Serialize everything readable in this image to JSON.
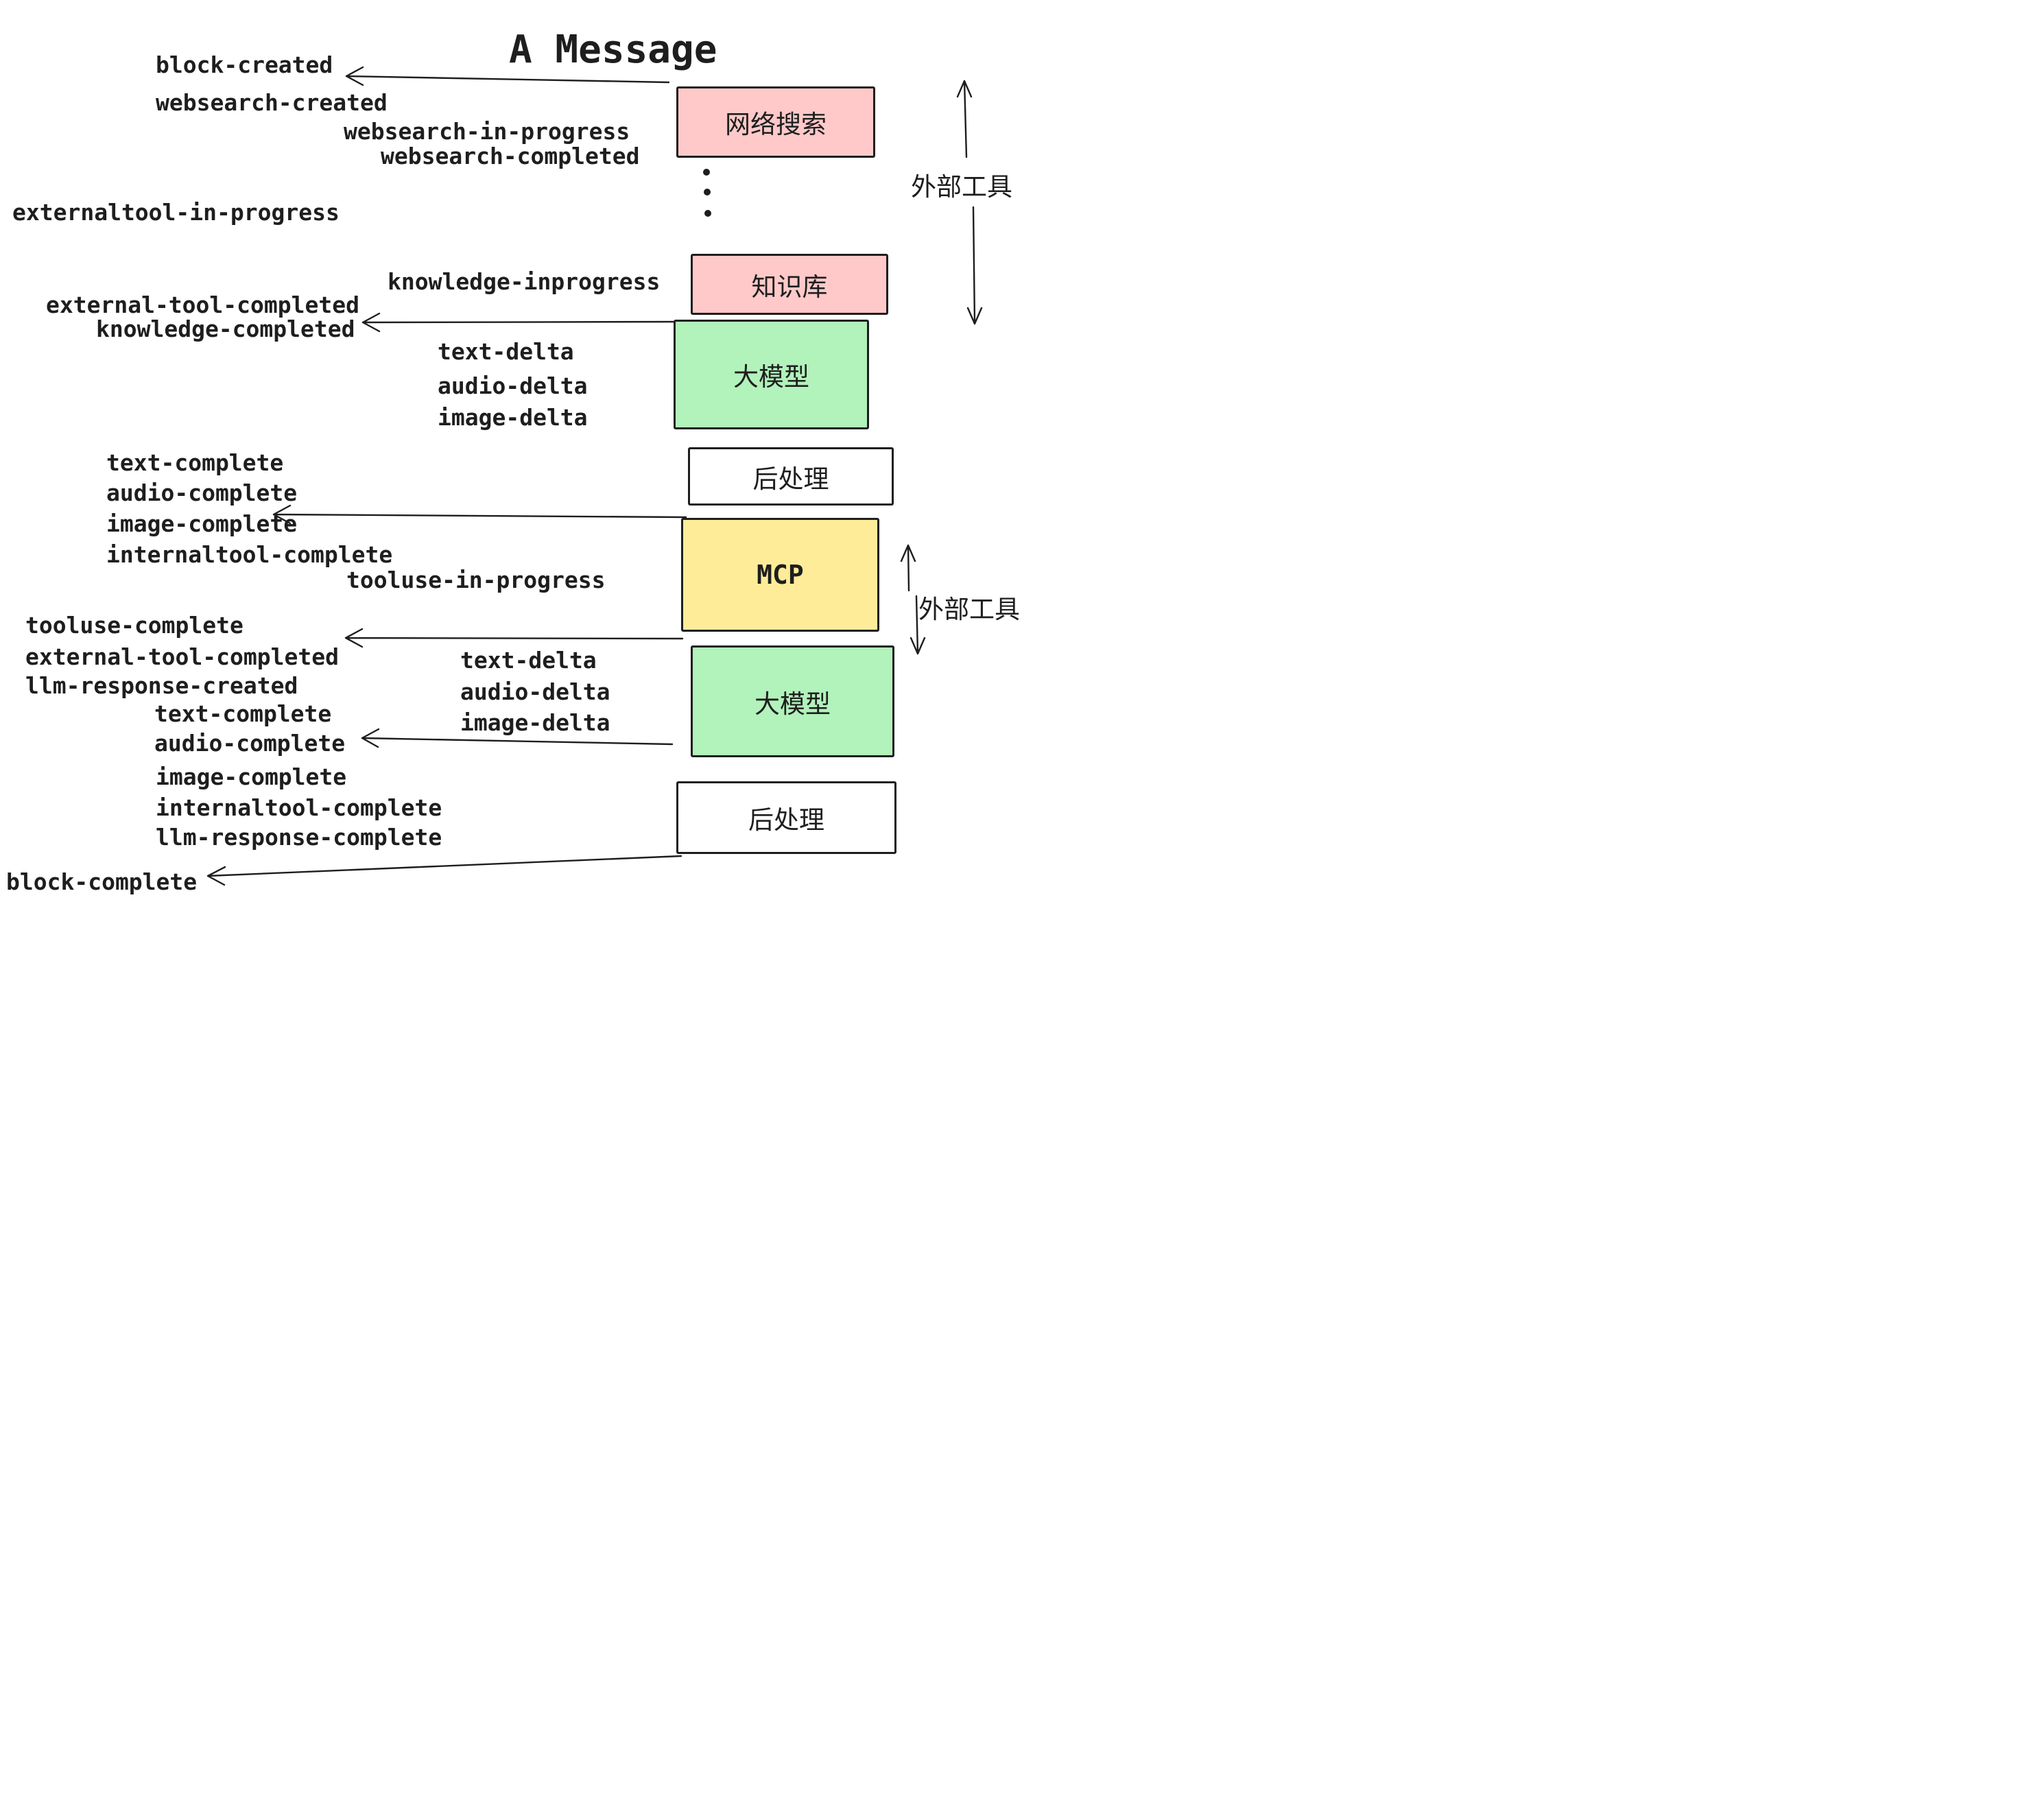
{
  "title": "A Message",
  "events": {
    "block_created": "block-created",
    "websearch_created": "websearch-created",
    "websearch_in_progress": "websearch-in-progress",
    "websearch_completed": "websearch-completed",
    "externaltool_in_progress": "externaltool-in-progress",
    "knowledge_inprogress": "knowledge-inprogress",
    "external_tool_completed": "external-tool-completed",
    "knowledge_completed": "knowledge-completed",
    "text_delta": "text-delta",
    "audio_delta": "audio-delta",
    "image_delta": "image-delta",
    "text_complete": "text-complete",
    "audio_complete": "audio-complete",
    "image_complete": "image-complete",
    "internaltool_complete": "internaltool-complete",
    "tooluse_in_progress": "tooluse-in-progress",
    "tooluse_complete": "tooluse-complete",
    "llm_response_created": "llm-response-created",
    "llm_response_complete": "llm-response-complete",
    "block_complete": "block-complete"
  },
  "nodes": {
    "websearch": "网络搜索",
    "knowledge": "知识库",
    "llm": "大模型",
    "post_processing": "后处理",
    "mcp": "MCP"
  },
  "annotations": {
    "external_tools": "外部工具"
  },
  "colors": {
    "websearch_fill": "#ffc9c9",
    "knowledge_fill": "#ffc9c9",
    "llm_fill": "#b2f2bb",
    "post_processing_fill": "#ffffff",
    "mcp_fill": "#ffec99",
    "stroke": "#1e1e1e",
    "background": "#ffffff"
  }
}
